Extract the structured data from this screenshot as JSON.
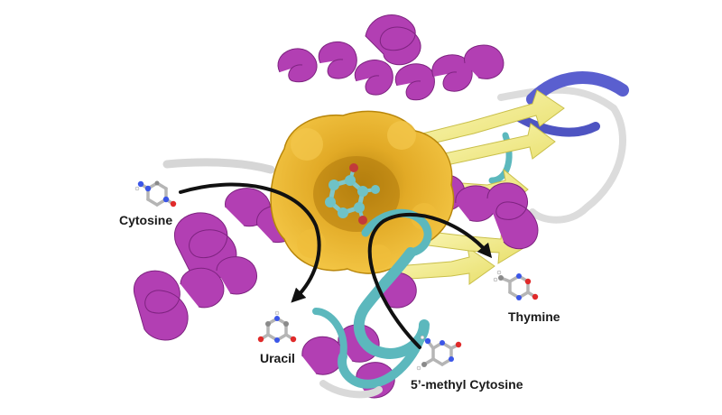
{
  "labels": {
    "cytosine": "Cytosine",
    "uracil": "Uracil",
    "thymine": "Thymine",
    "methyl_cytosine": "5’-methyl Cytosine"
  },
  "colors": {
    "helix": "#b23fb3",
    "helix_dark": "#8c2a8e",
    "sheet": "#f3ee8e",
    "coil_cyan": "#5cb8bd",
    "coil_white": "#d9d9d9",
    "helix_blue": "#5a5fcf",
    "pocket": "#e8b32c",
    "pocket_dark": "#c48c14",
    "arrow": "#111111",
    "carbon": "#9a9a9a",
    "nitrogen": "#3b56e8",
    "oxygen": "#e02a2a",
    "hydrogen": "#f2f2f2"
  }
}
